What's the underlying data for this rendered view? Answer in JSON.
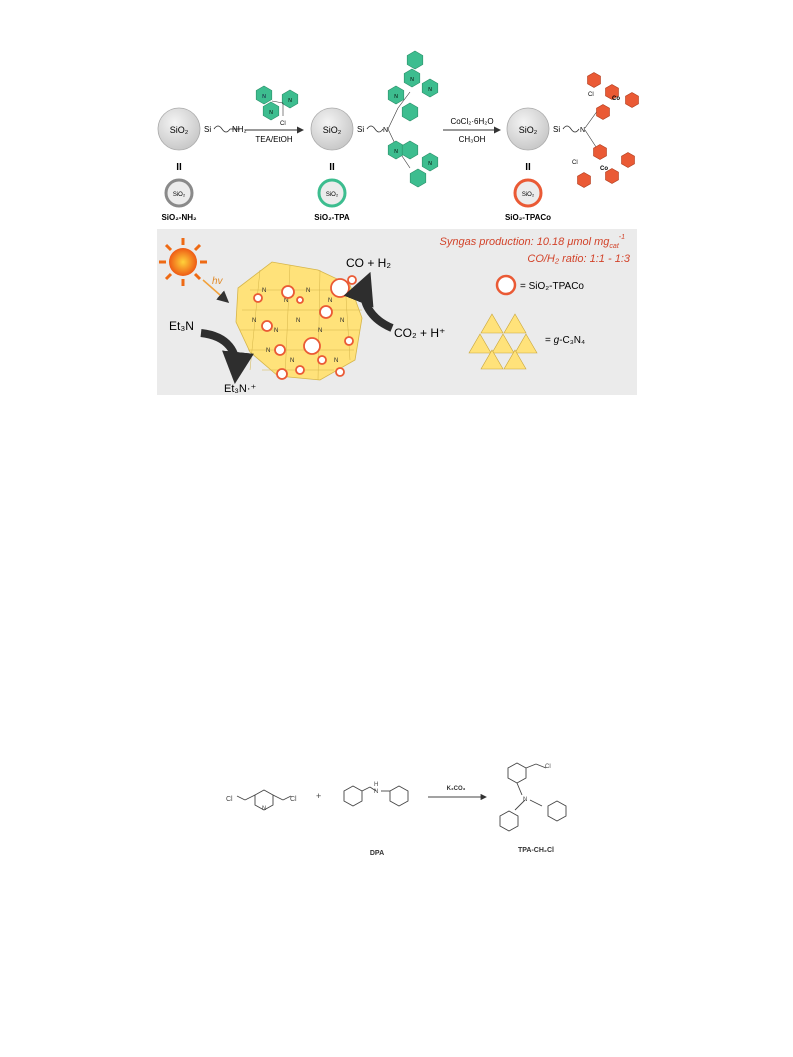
{
  "scheme": {
    "silica": "SiO₂",
    "silica_small": "SiO₂",
    "si": "Si",
    "nh2": "NH₂",
    "cl": "Cl",
    "co": "Co",
    "n": "N",
    "equals": "II",
    "step1_reagent": "TEA/EtOH",
    "step2_reagent_top": "CoCl₂·6H₂O",
    "step2_reagent_bottom": "CH₃OH",
    "label_nh2": "SiO₂-NH₂",
    "label_tpa": "SiO₂-TPA",
    "label_tpaco": "SiO₂-TPACo"
  },
  "photocatalysis": {
    "syngas_line": "Syngas production: 10.18 μmol mg",
    "syngas_sub": "cat",
    "syngas_sup": "-1",
    "ratio_line": "CO/H₂ ratio: 1:1 - 1:3",
    "hv": "hv",
    "products": "CO  +  H₂",
    "reactants": "CO₂  +  H⁺",
    "et3n": "Et₃N",
    "et3n_ox": "Et₃N·⁺",
    "legend_circle": "= SiO₂-TPACo",
    "legend_triangle_prefix": "= ",
    "legend_triangle_italic": "g",
    "legend_triangle_rest": "-C₃N₄"
  },
  "synthesis": {
    "cl_left": "Cl",
    "cl_right": "Cl",
    "plus": "+",
    "n": "N",
    "h": "H",
    "reagent": "K₂CO₃",
    "dpa": "DPA",
    "product_cl": "Cl",
    "product": "TPA-CH₂Cl"
  },
  "colors": {
    "green": "#3dbd8f",
    "orange": "#ea5a35",
    "grey_ring": "#8a8a8a",
    "panel": "#ebebeb",
    "yellow": "#ffe27a",
    "red_text": "#d2432a"
  }
}
